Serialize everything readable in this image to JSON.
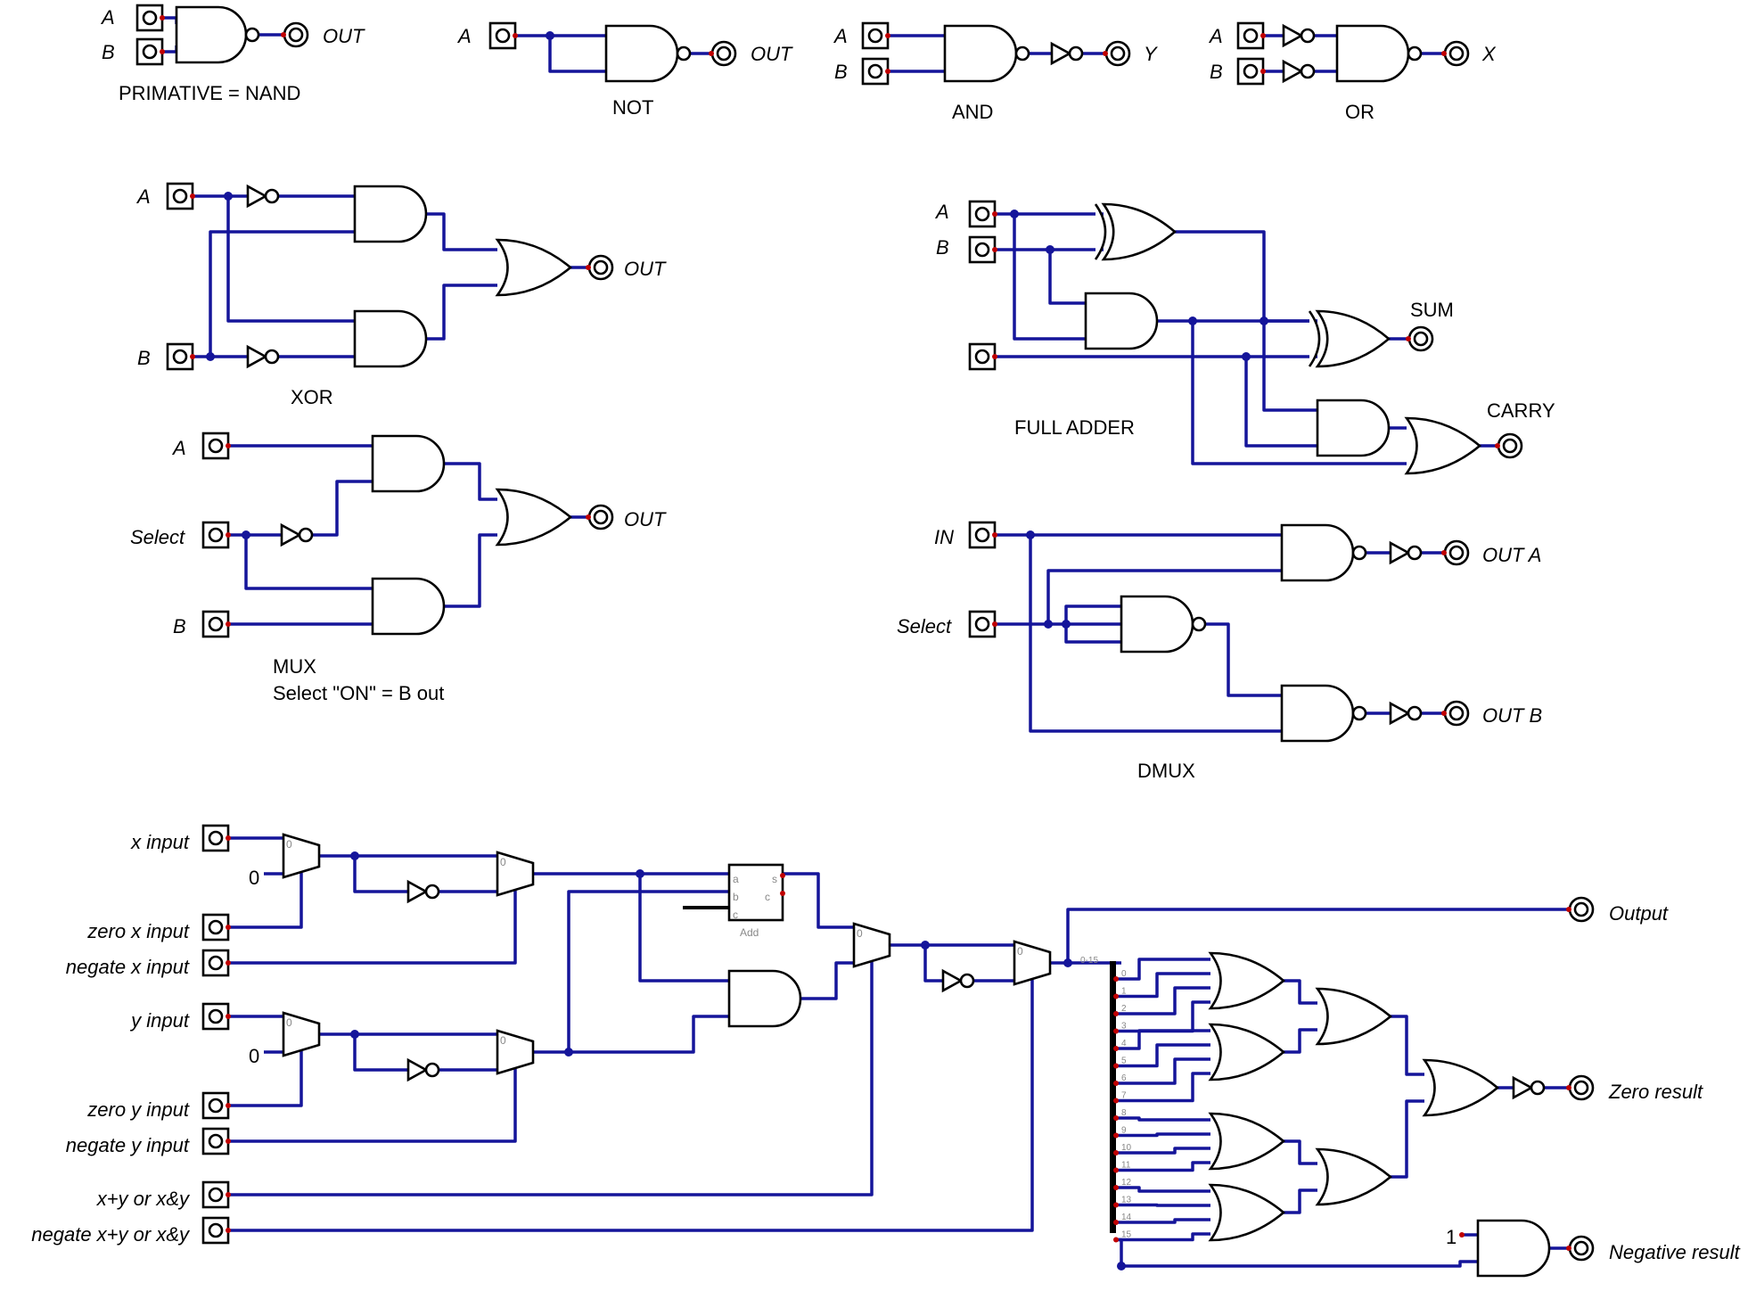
{
  "colors": {
    "wire": "#15159a",
    "gate_stroke": "#000000",
    "pin_port": "#c00000",
    "background": "#ffffff"
  },
  "gates_used": [
    "nand-gate",
    "not-gate",
    "and-gate",
    "or-gate",
    "xor-gate",
    "mux",
    "adder",
    "splitter"
  ],
  "nand": {
    "in_a": "A",
    "in_b": "B",
    "out": "OUT",
    "caption": "PRIMATIVE  =  NAND"
  },
  "not": {
    "in_a": "A",
    "out": "OUT",
    "caption": "NOT"
  },
  "and": {
    "in_a": "A",
    "in_b": "B",
    "out": "Y",
    "caption": "AND"
  },
  "or": {
    "in_a": "A",
    "in_b": "B",
    "out": "X",
    "caption": "OR"
  },
  "xor": {
    "in_a": "A",
    "in_b": "B",
    "out": "OUT",
    "caption": "XOR"
  },
  "mux": {
    "in_a": "A",
    "select": "Select",
    "in_b": "B",
    "out": "OUT",
    "caption": "MUX",
    "caption2": "Select \"ON\"  =  B  out"
  },
  "full_adder": {
    "in_a": "A",
    "in_b": "B",
    "sum": "SUM",
    "carry": "CARRY",
    "caption": "FULL  ADDER"
  },
  "dmux": {
    "in": "IN",
    "select": "Select",
    "out_a": "OUT  A",
    "out_b": "OUT  B",
    "caption": "DMUX"
  },
  "alu": {
    "inputs": {
      "x": "x  input",
      "zx": "zero  x  input",
      "nx": "negate  x  input",
      "y": "y  input",
      "zy": "zero  y  input",
      "ny": "negate  y  input",
      "f": "x+y  or  x&y",
      "no": "negate  x+y  or  x&y"
    },
    "const_zero": "0",
    "const_one": "1",
    "mux_zero": "0",
    "adder": {
      "a": "a",
      "b": "b",
      "ci": "c",
      "s": "s",
      "co": "c",
      "label": "Add"
    },
    "splitter_range": "0-15",
    "bits": [
      "0",
      "1",
      "2",
      "3",
      "4",
      "5",
      "6",
      "7",
      "8",
      "9",
      "10",
      "11",
      "12",
      "13",
      "14",
      "15"
    ],
    "outputs": {
      "out": "Output",
      "zr": "Zero  result",
      "ng": "Negative  result"
    }
  }
}
